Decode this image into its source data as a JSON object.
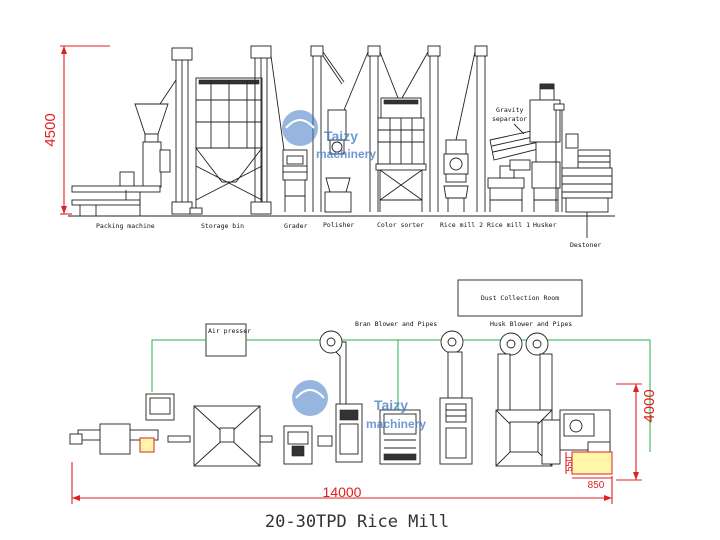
{
  "elevation": {
    "labels": {
      "packing_machine": "Packing machine",
      "storage_bin": "Storage bin",
      "grader": "Grader",
      "polisher": "Polisher",
      "color_sorter": "Color sorter",
      "rice_mill_2": "Rice mill 2",
      "rice_mill_1": "Rice mill 1",
      "husker": "Husker",
      "destoner": "Destoner",
      "gravity_separator_line1": "Gravity",
      "gravity_separator_line2": "separator"
    },
    "height_dimension": "4500"
  },
  "plan": {
    "labels": {
      "dust_collection_room": "Dust Collection Room",
      "air_presser": "Air presser",
      "bran_blower": "Bran Blower and Pipes",
      "husk_blower": "Husk Blower and Pipes"
    },
    "width_dimension": "14000",
    "depth_dimension": "4000",
    "hopper_width": "850",
    "hopper_depth": "550"
  },
  "watermark": {
    "brand": "Taizy",
    "sub": "machinery"
  },
  "title": "20-30TPD Rice Mill",
  "colors": {
    "dimension": "#e02020",
    "air_pipe": "#22b04a",
    "watermark": "#3f78c4",
    "highlight_fill": "#fff6a8"
  }
}
